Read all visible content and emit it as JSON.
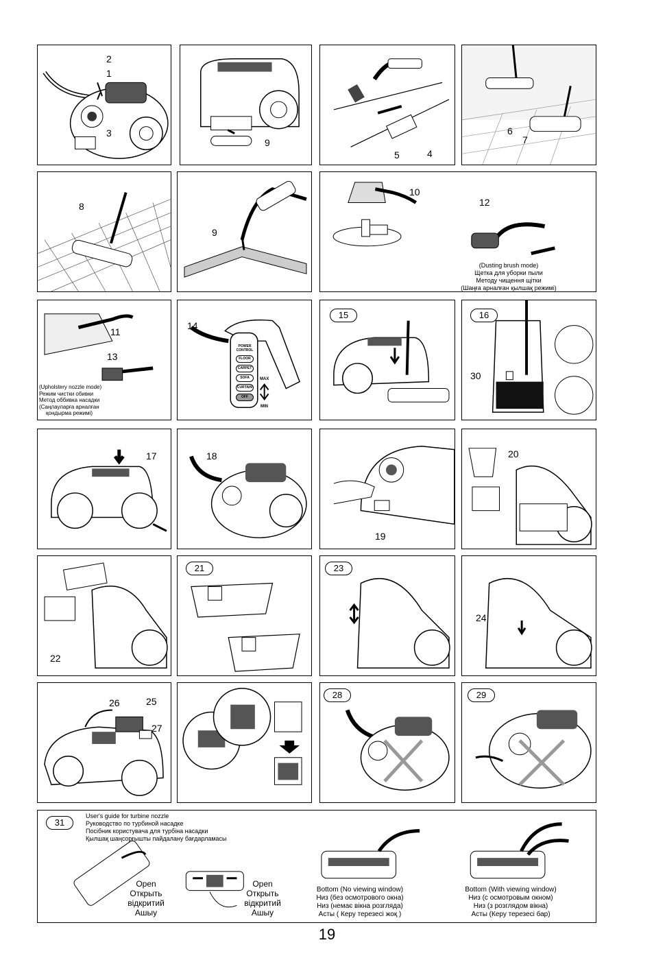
{
  "page_number": "19",
  "callouts": {
    "p1": [
      "2",
      "1",
      "3"
    ],
    "p2": [
      "9"
    ],
    "p3": [
      "5",
      "4"
    ],
    "p4": [
      "6",
      "7"
    ],
    "p5": [
      "8"
    ],
    "p6": [
      "9"
    ],
    "p7": [
      "10",
      "12"
    ],
    "p9": [
      "14"
    ],
    "p10": [
      "15"
    ],
    "p11": [
      "16",
      "30"
    ],
    "p12": [
      "17"
    ],
    "p13": [
      "18"
    ],
    "p14": [
      "19"
    ],
    "p15": [
      "20"
    ],
    "p16": [
      "22"
    ],
    "p17": [
      "21"
    ],
    "p18": [
      "23"
    ],
    "p19": [
      "24"
    ],
    "p20": [
      "26",
      "25",
      "27"
    ],
    "p22": [
      "28"
    ],
    "p23": [
      "29"
    ],
    "p24": [
      "31"
    ],
    "p8": [
      "11",
      "13"
    ]
  },
  "dusting_caption": [
    "(Dusting brush mode)",
    "Щетка для уборки пыли",
    "Методу чищення щітки",
    "(Шаңға арналған қылшақ режимі)"
  ],
  "upholstery_caption": [
    "(Upholstery nozzle mode)",
    "Режим чистки обивки",
    "Метод оббивка насадки",
    "(Саңлауларға арналған",
    "қондырма режимі)"
  ],
  "power_control": {
    "title": "POWER CONTROL",
    "buttons": [
      "FLOOR",
      "CARPET",
      "SOFA",
      "CURTAIN",
      "OFF"
    ],
    "max": "MAX",
    "min": "MIN"
  },
  "turbine": {
    "title_lines": [
      "User's guide for turbine nozzle",
      "Руководство по турбиной насадке",
      "Посібник користувача для турбіна насадки",
      "Қылшақ шаңсорғышты пайдалану бағдарламасы"
    ],
    "open_1": [
      "Open",
      "Открыть",
      "відкритий",
      "Ашыу"
    ],
    "open_2": [
      "Open",
      "Открыть",
      "відкритий",
      "Ашыу"
    ],
    "bottom_no_window": [
      "Bottom (No viewing window)",
      "Низ (без осмотрового окна)",
      "Низ (немає вікна розгляда)",
      "Асты ( Керу терезесі жоқ )"
    ],
    "bottom_with_window": [
      "Bottom (With viewing window)",
      "Низ (с осмотровым окном)",
      "Низ (з розглядом вікна)",
      "Асты (Керу терезесі бар)"
    ]
  }
}
